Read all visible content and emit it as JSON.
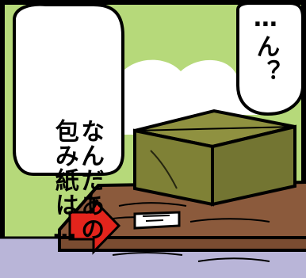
{
  "panel": {
    "speech_left": {
      "column_1": "なんだあの",
      "column_2": "包み紙は…"
    },
    "speech_right": {
      "text": "…ん？"
    }
  },
  "colors": {
    "sky_green": "#b6d97a",
    "cloud_white": "#ffffff",
    "table_wood": "#8b5a3c",
    "box_olive": "#7f8136",
    "arrow_red": "#e4241c",
    "outline_black": "#000000",
    "floor_lavender": "#b9b5d8"
  },
  "icons": {
    "arrow": "right-arrow-icon"
  }
}
